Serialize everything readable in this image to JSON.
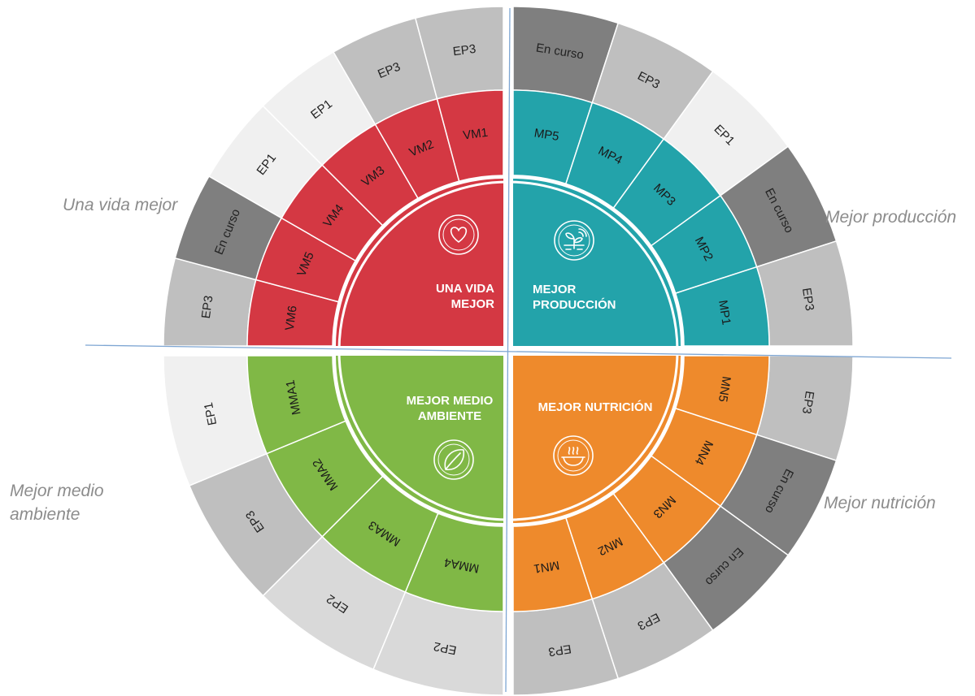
{
  "colors": {
    "vida": "#d43843",
    "produccion": "#23a3aa",
    "medio": "#80b846",
    "nutricion": "#ee8a2c",
    "status_ep1": "#f0f0f0",
    "status_ep2": "#d9d9d9",
    "status_ep3": "#bfbfbf",
    "status_encurso": "#7f7f7f",
    "axis_line": "#7ea6d3",
    "side_label": "#8c8c8c"
  },
  "side_labels": {
    "vida": "Una vida mejor",
    "produccion": "Mejor producción",
    "nutricion": "Mejor nutrición",
    "medio_line1": "Mejor medio",
    "medio_line2": "ambiente"
  },
  "quadrants": [
    {
      "key": "produccion",
      "title_lines": [
        "MEJOR",
        "PRODUCCIÓN"
      ],
      "icon": "plant-circuit-icon",
      "color": "#23a3aa",
      "segments": [
        {
          "code": "MP5",
          "status": "En curso"
        },
        {
          "code": "MP4",
          "status": "EP3"
        },
        {
          "code": "MP3",
          "status": "EP1"
        },
        {
          "code": "MP2",
          "status": "En curso"
        },
        {
          "code": "MP1",
          "status": "EP3"
        }
      ]
    },
    {
      "key": "nutricion",
      "title_lines": [
        "MEJOR NUTRICIÓN"
      ],
      "icon": "steaming-bowl-icon",
      "color": "#ee8a2c",
      "segments": [
        {
          "code": "MN5",
          "status": "EP3"
        },
        {
          "code": "MN4",
          "status": "En curso"
        },
        {
          "code": "MN3",
          "status": "En curso"
        },
        {
          "code": "MN2",
          "status": "EP3"
        },
        {
          "code": "MN1",
          "status": "EP3"
        }
      ]
    },
    {
      "key": "medio",
      "title_lines": [
        "MEJOR MEDIO",
        "AMBIENTE"
      ],
      "icon": "leaf-icon",
      "color": "#80b846",
      "segments": [
        {
          "code": "MMA4",
          "status": "EP2"
        },
        {
          "code": "MMA3",
          "status": "EP2"
        },
        {
          "code": "MMA2",
          "status": "EP3"
        },
        {
          "code": "MMA1",
          "status": "EP1"
        }
      ]
    },
    {
      "key": "vida",
      "title_lines": [
        "UNA VIDA",
        "MEJOR"
      ],
      "icon": "heart-icon",
      "color": "#d43843",
      "segments": [
        {
          "code": "VM6",
          "status": "EP3"
        },
        {
          "code": "VM5",
          "status": "En curso"
        },
        {
          "code": "VM4",
          "status": "EP1"
        },
        {
          "code": "VM3",
          "status": "EP1"
        },
        {
          "code": "VM2",
          "status": "EP3"
        },
        {
          "code": "VM1",
          "status": "EP3"
        }
      ]
    }
  ]
}
